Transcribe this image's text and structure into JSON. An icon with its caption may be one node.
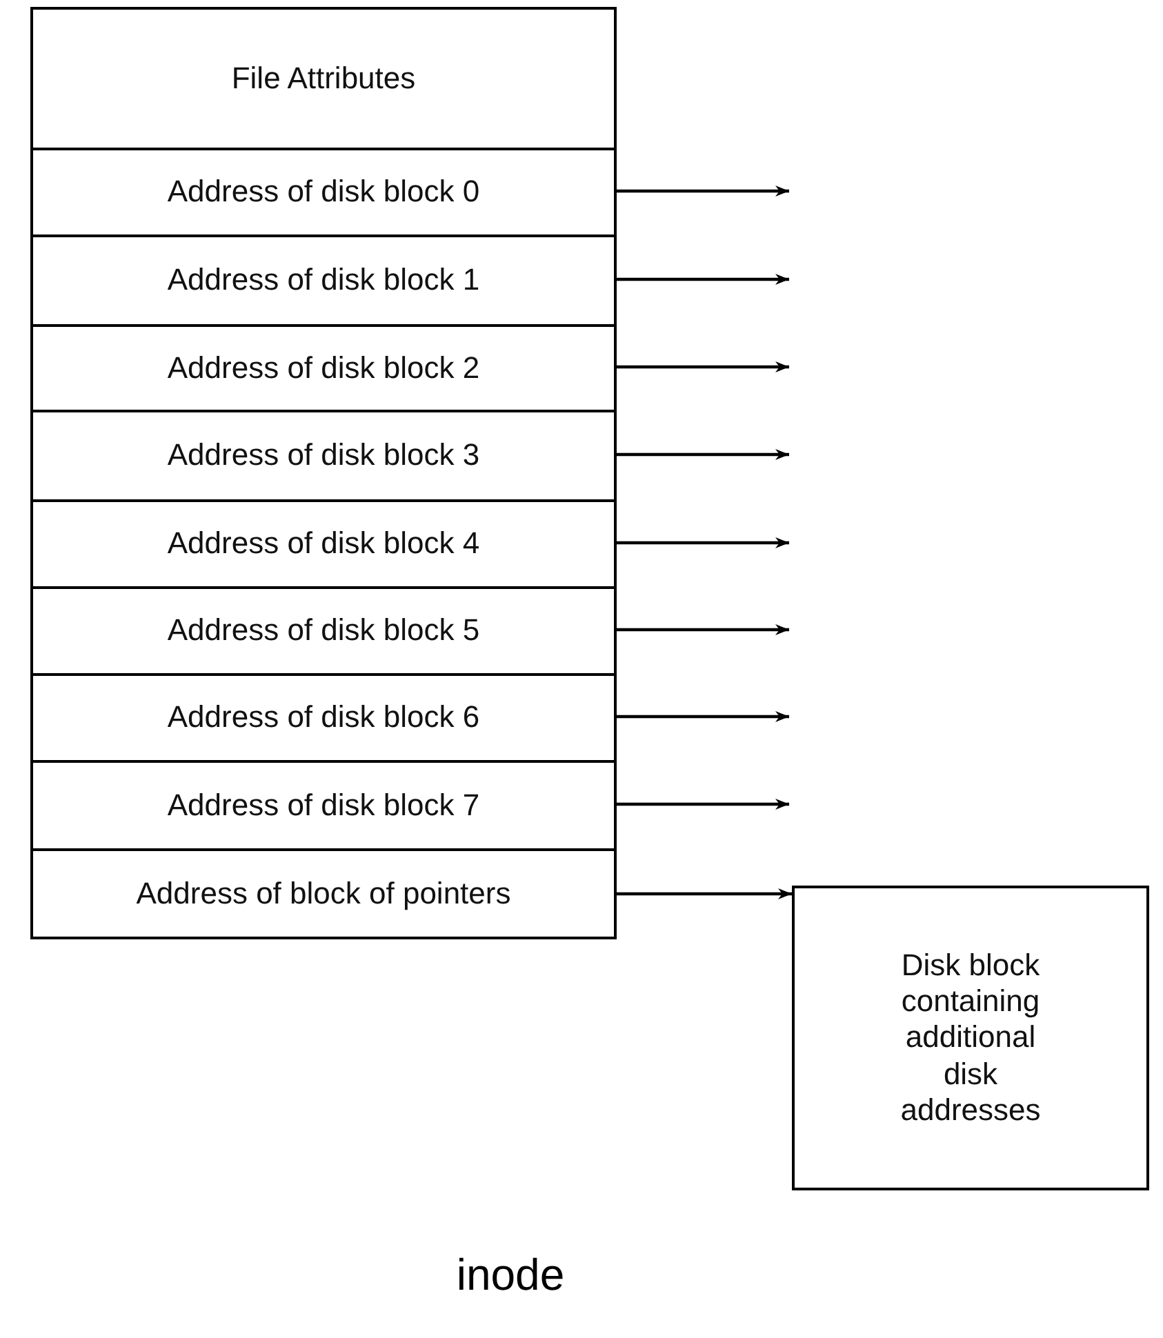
{
  "diagram": {
    "caption": "inode",
    "nodes": [
      {
        "text": [
          "File Attributes"
        ]
      },
      {
        "text": [
          "Address of disk block 0"
        ]
      },
      {
        "text": [
          "Address of disk block 1"
        ]
      },
      {
        "text": [
          "Address of disk block 2"
        ]
      },
      {
        "text": [
          "Address of disk block 3"
        ]
      },
      {
        "text": [
          "Address of disk block 4"
        ]
      },
      {
        "text": [
          "Address of disk block 5"
        ]
      },
      {
        "text": [
          "Address of disk block 6"
        ]
      },
      {
        "text": [
          "Address of disk block 7"
        ]
      },
      {
        "text": [
          "Address of block of pointers"
        ]
      },
      {
        "text": [
          "Disk block containing additional disk addresses"
        ]
      }
    ],
    "edges": [
      {
        "from": 1,
        "to": null,
        "arrow": "to"
      },
      {
        "from": 2,
        "to": null,
        "arrow": "to"
      },
      {
        "from": 3,
        "to": null,
        "arrow": "to"
      },
      {
        "from": 4,
        "to": null,
        "arrow": "to"
      },
      {
        "from": 5,
        "to": null,
        "arrow": "to"
      },
      {
        "from": 6,
        "to": null,
        "arrow": "to"
      },
      {
        "from": 7,
        "to": null,
        "arrow": "to"
      },
      {
        "from": 8,
        "to": null,
        "arrow": "to"
      },
      {
        "from": 9,
        "to": 10,
        "arrow": "to"
      }
    ]
  }
}
